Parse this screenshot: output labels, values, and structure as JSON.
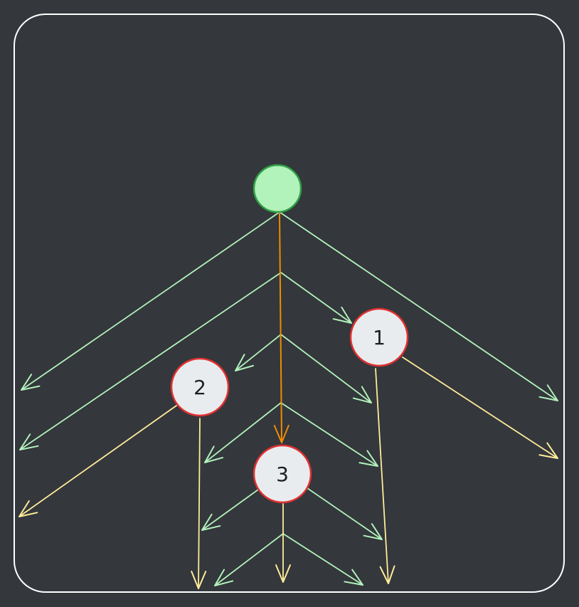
{
  "colors": {
    "background": "#34373c",
    "frame": "#ffffff",
    "root_fill": "#b2f2bb",
    "root_stroke": "#2f9e44",
    "node_fill": "#e9ecef",
    "node_stroke": "#e03131",
    "green_arrow": "#b2f2bb",
    "yellow_arrow": "#ffec99",
    "orange_arrow": "#f08c00",
    "label": "#1e1e1e"
  },
  "nodes": [
    {
      "id": "root",
      "label": ""
    },
    {
      "id": "n1",
      "label": "1"
    },
    {
      "id": "n2",
      "label": "2"
    },
    {
      "id": "n3",
      "label": "3"
    }
  ]
}
